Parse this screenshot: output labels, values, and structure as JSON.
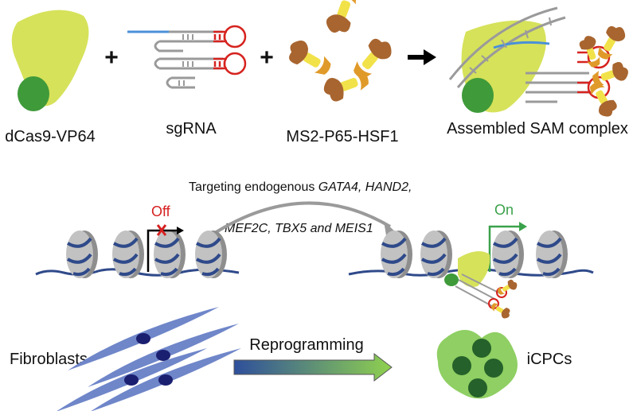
{
  "top_row": {
    "dcas9_label": "dCas9-VP64",
    "sgrna_label": "sgRNA",
    "ms2_label": "MS2-P65-HSF1",
    "sam_label": "Assembled SAM complex",
    "plus_sign": "+"
  },
  "middle_row": {
    "targeting_prefix": "Targeting endogenous ",
    "targeting_genes_line1": "GATA4, HAND2,",
    "targeting_genes_line2": "MEF2C, TBX5 and MEIS1",
    "off_label": "Off",
    "on_label": "On"
  },
  "bottom_row": {
    "fibroblasts_label": "Fibroblasts",
    "reprogramming_label": "Reprogramming",
    "icpcs_label": "iCPCs"
  },
  "colors": {
    "dcas9_body": "#d6e25a",
    "vp64_domain": "#3f9a3a",
    "sgrna_guide": "#4a90d9",
    "sgrna_loop": "#d6231f",
    "ms2_brown": "#a8652f",
    "ms2_orange": "#e09a2a",
    "ms2_yellow": "#f2e24a",
    "nucleosome": "#b8b8b8",
    "dna": "#2f4a8a",
    "off_red": "#d62020",
    "on_green": "#3aa24a",
    "fibroblast": "#6f86c9",
    "fibroblast_nucleus": "#1b1f70",
    "icpc_body": "#8fcf63",
    "icpc_nucleus": "#25612a",
    "arrow_start": "#2e4f9c",
    "arrow_end": "#8fd14f"
  }
}
